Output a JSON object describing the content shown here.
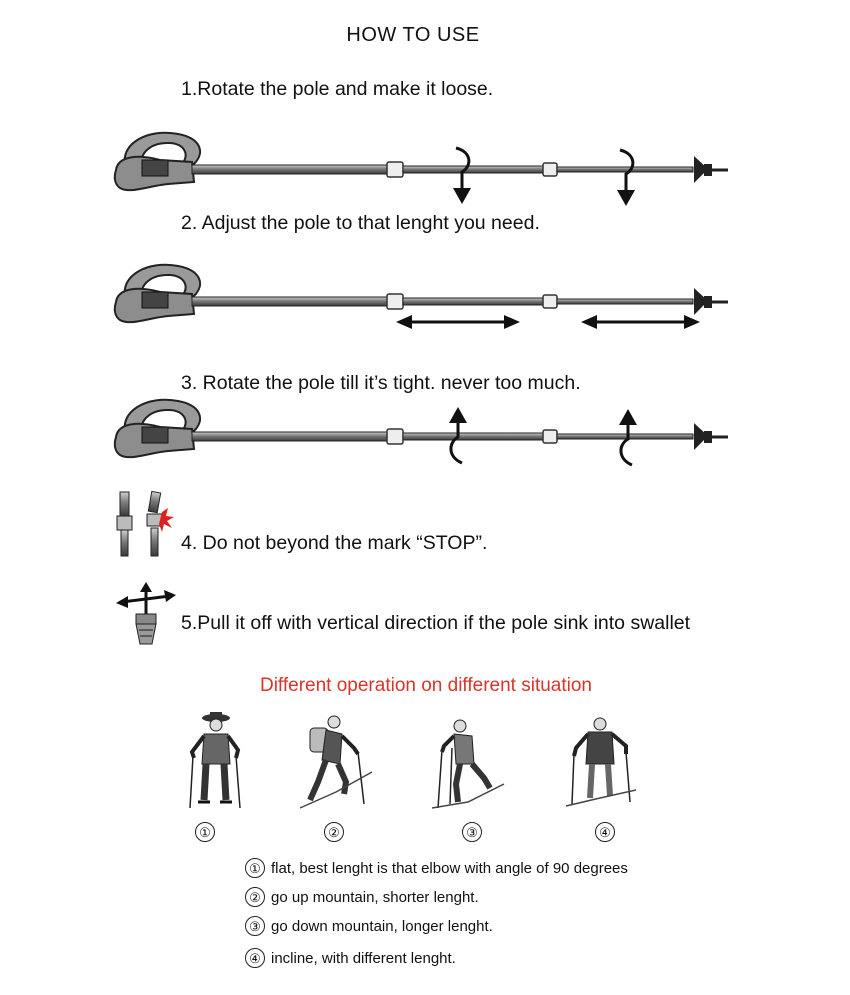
{
  "title": "HOW TO USE",
  "steps": [
    {
      "text": "1.Rotate the pole and make it loose.",
      "icon": "pole-rotate-loosen-icon"
    },
    {
      "text": "2. Adjust the pole to that lenght you need.",
      "icon": "pole-adjust-length-icon"
    },
    {
      "text": "3. Rotate the pole till it’s tight. never too much.",
      "icon": "pole-rotate-tighten-icon"
    },
    {
      "text": "4. Do not beyond the mark “STOP”.",
      "icon": "stop-mark-icon"
    },
    {
      "text": "5.Pull it off with vertical direction if the pole sink into swallet",
      "icon": "pull-vertical-icon"
    }
  ],
  "situations": {
    "title": "Different operation on different situation",
    "title_color": "#d9342b",
    "figures": [
      {
        "number": "①",
        "icon": "hiker-flat-icon"
      },
      {
        "number": "②",
        "icon": "hiker-uphill-icon"
      },
      {
        "number": "③",
        "icon": "hiker-downhill-icon"
      },
      {
        "number": "④",
        "icon": "hiker-incline-icon"
      }
    ],
    "legend": [
      {
        "number": "①",
        "text": "flat, best lenght is that elbow with angle of 90 degrees"
      },
      {
        "number": "②",
        "text": "go up mountain, shorter lenght."
      },
      {
        "number": "③",
        "text": "go down mountain, longer lenght."
      },
      {
        "number": "④",
        "text": "incline, with different lenght."
      }
    ]
  },
  "colors": {
    "text": "#111111",
    "accent": "#d9342b",
    "pole": "#555555"
  }
}
